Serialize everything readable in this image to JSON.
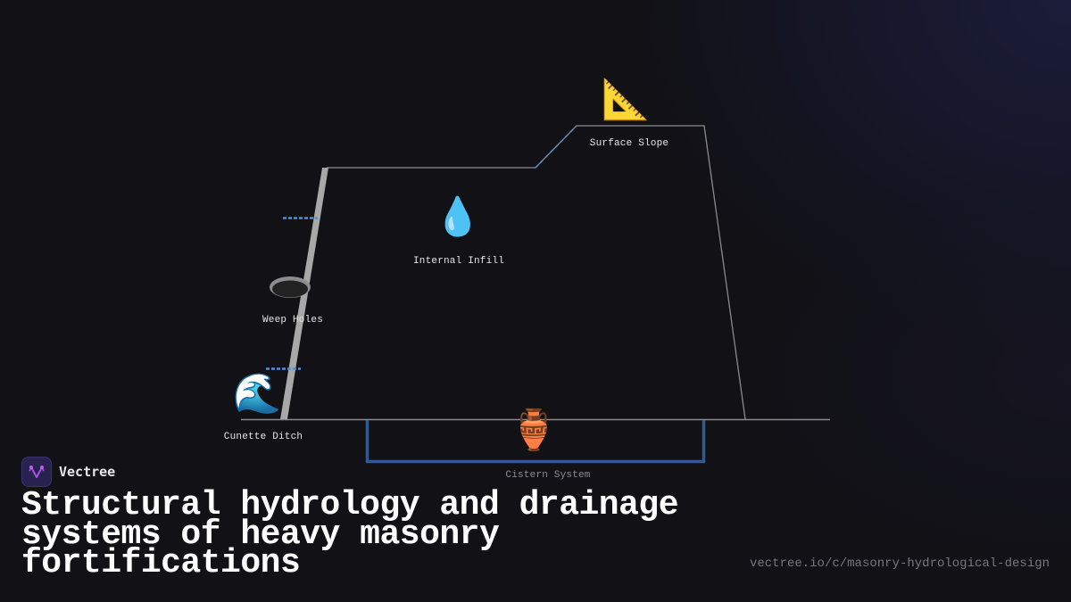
{
  "diagram": {
    "colors": {
      "background": "#111116",
      "outline": "#8a8a8e",
      "wall": "#a8a8a8",
      "water_flow": "#4a8fe0",
      "cistern": "#2f5a92"
    },
    "nodes": [
      {
        "id": "surface-slope",
        "label": "Surface Slope",
        "icon": "triangular-ruler-icon",
        "glyph": "📐"
      },
      {
        "id": "internal-infill",
        "label": "Internal Infill",
        "icon": "droplet-icon",
        "glyph": "💧"
      },
      {
        "id": "weep-holes",
        "label": "Weep Holes",
        "icon": "hole-icon",
        "glyph": "🕳"
      },
      {
        "id": "cunette-ditch",
        "label": "Cunette Ditch",
        "icon": "water-wave-icon",
        "glyph": "🌊"
      },
      {
        "id": "cistern-system",
        "label": "Cistern System",
        "icon": "amphora-icon",
        "glyph": "🏺"
      }
    ]
  },
  "brand": {
    "name": "Vectree"
  },
  "title": "Structural hydrology and drainage systems of heavy masonry fortifications",
  "footer": {
    "url": "vectree.io/c/masonry-hydrological-design"
  }
}
